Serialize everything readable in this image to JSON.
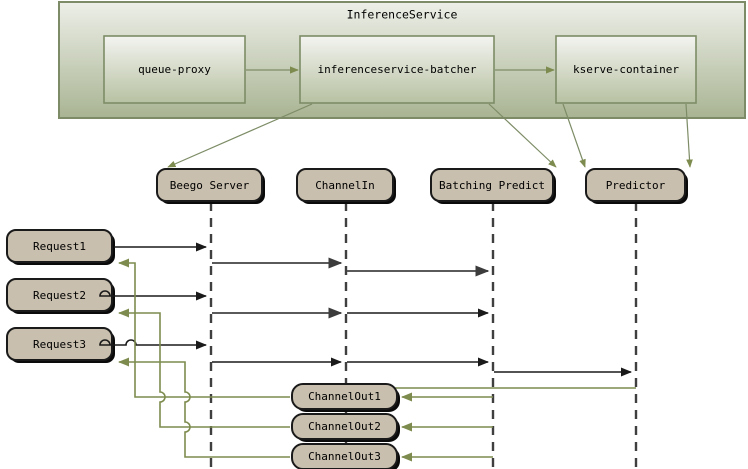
{
  "diagram": {
    "type": "sequence-diagram",
    "title": "InferenceService",
    "palette": {
      "container_border": "#7d8c66",
      "container_fill_top": "#eef0ea",
      "container_fill_bottom": "#a9b493",
      "pod_fill_top": "#f2f3ef",
      "pod_fill_bottom": "#b9c3a4",
      "lifeline_fill": "#c9bfae",
      "lifeline_border": "#1a1a1a",
      "lifeline_dash": "#3f3f3f",
      "arrow_black": "#1a1a1a",
      "arrow_gray": "#5a5a5a",
      "arrow_green": "#7d8c4e",
      "shadow": "#0a0a0a"
    },
    "inference_service": {
      "label": "InferenceService",
      "pods": [
        {
          "id": "queue-proxy",
          "label": "queue-proxy"
        },
        {
          "id": "inferenceservice-batcher",
          "label": "inferenceservice-batcher"
        },
        {
          "id": "kserve-container",
          "label": "kserve-container"
        }
      ],
      "pod_flow": [
        {
          "from": "queue-proxy",
          "to": "inferenceservice-batcher"
        },
        {
          "from": "inferenceservice-batcher",
          "to": "kserve-container"
        }
      ]
    },
    "lifelines": [
      {
        "id": "beego",
        "label": "Beego Server"
      },
      {
        "id": "channelin",
        "label": "ChannelIn"
      },
      {
        "id": "batching",
        "label": "Batching Predict"
      },
      {
        "id": "predictor",
        "label": "Predictor"
      }
    ],
    "requests": [
      {
        "id": "request1",
        "label": "Request1"
      },
      {
        "id": "request2",
        "label": "Request2"
      },
      {
        "id": "request3",
        "label": "Request3"
      }
    ],
    "channel_outs": [
      {
        "id": "channelout1",
        "label": "ChannelOut1"
      },
      {
        "id": "channelout2",
        "label": "ChannelOut2"
      },
      {
        "id": "channelout3",
        "label": "ChannelOut3"
      }
    ],
    "mapping_arrows": [
      {
        "from": "inferenceservice-batcher",
        "to": "beego"
      },
      {
        "from": "inferenceservice-batcher",
        "to": "batching"
      },
      {
        "from": "kserve-container",
        "to": "predictor"
      },
      {
        "from": "kserve-container",
        "to": "predictor"
      }
    ],
    "messages": [
      {
        "from": "request1",
        "to": "beego",
        "style": "black"
      },
      {
        "from": "beego",
        "to": "channelin",
        "style": "gray"
      },
      {
        "from": "channelin",
        "to": "batching",
        "style": "gray"
      },
      {
        "from": "request2",
        "to": "beego",
        "style": "black"
      },
      {
        "from": "beego",
        "to": "channelin",
        "style": "gray"
      },
      {
        "from": "channelin",
        "to": "batching",
        "style": "black"
      },
      {
        "from": "request3",
        "to": "beego",
        "style": "black"
      },
      {
        "from": "beego",
        "to": "channelin",
        "style": "gray"
      },
      {
        "from": "channelin",
        "to": "batching",
        "style": "black"
      },
      {
        "from": "batching",
        "to": "predictor",
        "style": "black"
      },
      {
        "from": "predictor",
        "to": "batching",
        "style": "green"
      },
      {
        "from": "batching",
        "to": "channelout1",
        "style": "green"
      },
      {
        "from": "batching",
        "to": "channelout2",
        "style": "green"
      },
      {
        "from": "batching",
        "to": "channelout3",
        "style": "green"
      },
      {
        "from": "channelout1",
        "to": "request1",
        "style": "green"
      },
      {
        "from": "channelout2",
        "to": "request2",
        "style": "green"
      },
      {
        "from": "channelout3",
        "to": "request3",
        "style": "green"
      }
    ]
  }
}
